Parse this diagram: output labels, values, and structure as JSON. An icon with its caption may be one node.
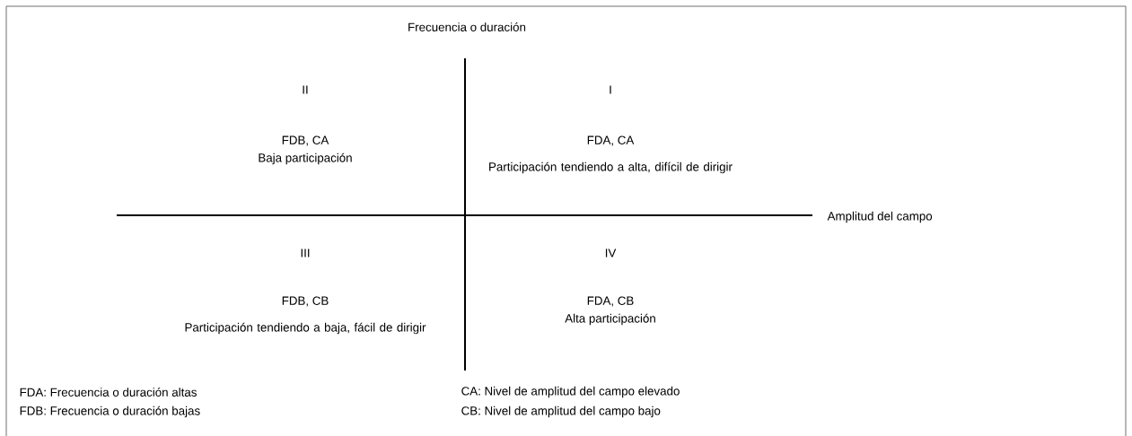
{
  "diagram": {
    "labels": [
      "Frecuencia o duración",
      "II",
      "I",
      "FDB, CA",
      "FDA, CA",
      "Baja participación",
      "Participación tendiendo a alta, difícil de dirigir",
      "Amplitud del campo",
      "III",
      "IV",
      "FDB, CB",
      "FDA, CB",
      "Participación tendiendo a baja, fácil de dirigir",
      "Alta participación",
      "FDA: Frecuencia o duración altas",
      "CA: Nivel de amplitud del campo elevado",
      "FDB: Frecuencia o duración bajas",
      "CB: Nivel de amplitud del campo bajo"
    ]
  }
}
